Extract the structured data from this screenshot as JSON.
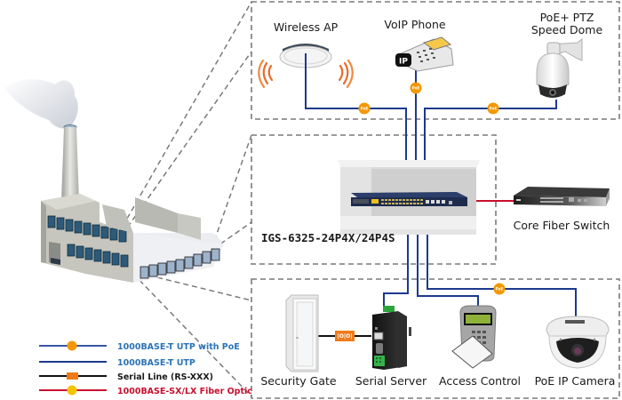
{
  "diagram": {
    "title": "Industrial network topology",
    "site": "factory",
    "switch": {
      "model_label": "IGS-6325-24P4X/24P4S"
    },
    "top_group": {
      "devices": [
        {
          "id": "wireless-ap",
          "label": "Wireless AP",
          "link": "1000BASE-T UTP with PoE"
        },
        {
          "id": "voip-phone",
          "label": "VoIP Phone",
          "badge": "IP",
          "link": "1000BASE-T UTP with PoE"
        },
        {
          "id": "ptz-camera",
          "label_line1": "PoE+ PTZ",
          "label_line2": "Speed Dome",
          "link": "1000BASE-T UTP with PoE"
        }
      ]
    },
    "uplink": {
      "label": "Core Fiber Switch",
      "link": "1000BASE-SX/LX Fiber Optic"
    },
    "bottom_group": {
      "devices": [
        {
          "id": "security-gate",
          "label": "Security Gate",
          "link": "Serial Line (RS-XXX)"
        },
        {
          "id": "serial-server",
          "label": "Serial Server",
          "link": "1000BASE-T UTP"
        },
        {
          "id": "access-control",
          "label": "Access Control",
          "link": "1000BASE-T UTP"
        },
        {
          "id": "poe-ip-camera",
          "label": "PoE IP Camera",
          "link": "1000BASE-T UTP with PoE"
        }
      ]
    },
    "badges": {
      "poe": "PoE",
      "serial": "|O|O|"
    }
  },
  "legend": {
    "items": [
      {
        "label": "1000BASE-T UTP with PoE",
        "color": "#2a73b8",
        "line_color": "#3a54a4",
        "marker": "poe"
      },
      {
        "label": "1000BASE-T UTP",
        "color": "#2a73b8",
        "line_color": "#1c3a8c",
        "marker": "none"
      },
      {
        "label": "Serial Line (RS-XXX)",
        "color": "#1a1a1a",
        "line_color": "#111111",
        "marker": "serial"
      },
      {
        "label": "1000BASE-SX/LX Fiber Optic",
        "color": "#c8102e",
        "line_color": "#c8102e",
        "marker": "fiber"
      }
    ]
  },
  "colors": {
    "utp": "#1c3a8c",
    "fiber": "#c8102e",
    "serial": "#111111",
    "poe_badge": "#f39800",
    "serial_badge": "#f07a1a",
    "dashed_box": "#7a7a7a"
  }
}
